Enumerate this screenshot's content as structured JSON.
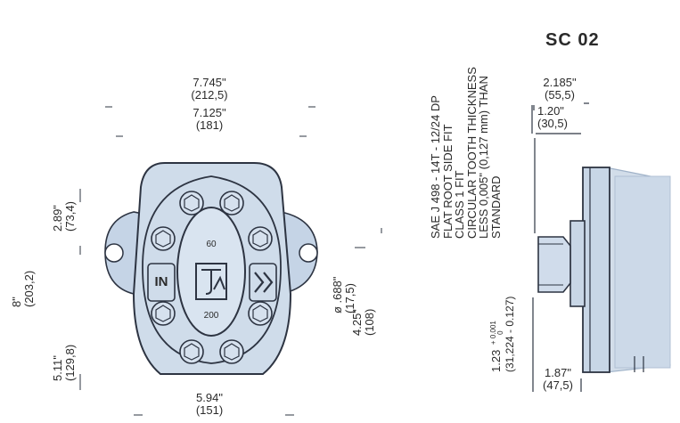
{
  "title": "SC 02",
  "spec_lines": [
    "SAE J 498 - 14T - 12/24 DP",
    "FLAT ROOT SIDE FIT",
    "CLASS 1 FIT",
    "CIRCULAR TOOTH THICKNESS",
    "LESS 0,005\" (0,127 mm) THAN",
    "STANDARD"
  ],
  "front_view": {
    "label_top": "60",
    "label_bottom": "200",
    "inlet_label": "IN",
    "dims": {
      "overall_width": {
        "in": "7.745\"",
        "mm": "(212,5)"
      },
      "mount_width": {
        "in": "7.125\"",
        "mm": "(181)"
      },
      "height_total": {
        "in": "8\"",
        "mm": "(203,2)"
      },
      "upper_offset": {
        "in": "2.89\"",
        "mm": "(73,4)"
      },
      "lower_offset": {
        "in": "5.11\"",
        "mm": "(129,8)"
      },
      "body_width": {
        "in": "5.94\"",
        "mm": "(151)"
      },
      "hole_diameter": {
        "in": "ø .688\"",
        "mm": "(17,5)"
      },
      "hole_spacing": {
        "in": "4.25\"",
        "mm": "(108)"
      }
    }
  },
  "side_view": {
    "dims": {
      "overall_depth": {
        "in": "2.185\"",
        "mm": "(55,5)"
      },
      "flange_depth": {
        "in": "1.20\"",
        "mm": "(30,5)"
      },
      "shaft_dia": {
        "in": "1.23",
        "tol_upper": "+ 0.001",
        "tol_zero": "0",
        "mm": "(31,224 - 0.127)"
      },
      "shaft_length": {
        "in": "1.87\"",
        "mm": "(47,5)"
      }
    }
  },
  "colors": {
    "body": "#cfdcea",
    "body_dark": "#7f93ad",
    "line": "#2d3442",
    "text": "#2a2a2a"
  }
}
